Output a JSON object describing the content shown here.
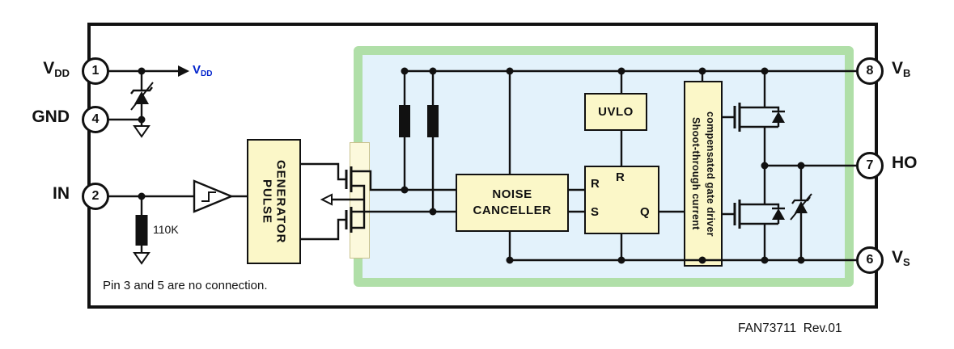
{
  "doc": {
    "note": "Pin 3 and 5 are no connection.",
    "footer": "FAN73711  Rev.01"
  },
  "pins": {
    "p1": {
      "number": "1",
      "label": "V",
      "sub": "DD"
    },
    "p4": {
      "number": "4",
      "label": "GND",
      "sub": ""
    },
    "p2": {
      "number": "2",
      "label": "IN",
      "sub": ""
    },
    "p8": {
      "number": "8",
      "label": "V",
      "sub": "B"
    },
    "p7": {
      "number": "7",
      "label": "HO",
      "sub": ""
    },
    "p6": {
      "number": "6",
      "label": "V",
      "sub": "S"
    }
  },
  "blocks": {
    "pulse_generator": {
      "line1": "PULSE",
      "line2": "GENERATOR"
    },
    "noise_canceller": {
      "line1": "NOISE",
      "line2": "CANCELLER"
    },
    "uvlo": {
      "label": "UVLO"
    },
    "latch": {
      "r_input": "R",
      "s_input": "S",
      "r_uvlo": "R",
      "q_output": "Q"
    },
    "gate_driver": {
      "line1": "Shoot-through current",
      "line2": "compensated gate driver"
    }
  },
  "labels": {
    "vdd_net": {
      "label": "V",
      "sub": "DD"
    },
    "resistor": "110K"
  },
  "colors": {
    "block_fill": "#fbf7c8",
    "frame_green": "#b0dfa8",
    "region_blue": "#e3f2fb",
    "accent_blue": "#0022cc",
    "line": "#111111"
  }
}
